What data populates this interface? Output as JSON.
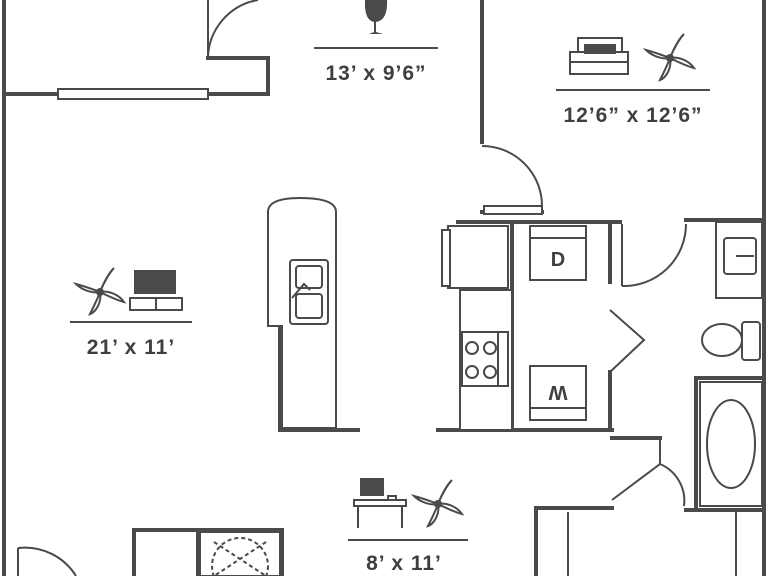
{
  "rooms": {
    "dining": {
      "dimension": "13’ x 9’6”"
    },
    "bedroom": {
      "dimension": "12’6” x 12’6”"
    },
    "living": {
      "dimension": "21’ x 11’"
    },
    "office": {
      "dimension": "8’ x 11’"
    }
  },
  "appliances": {
    "dryer": "D",
    "washer": "W"
  },
  "icons": {
    "dining": "wine-glass-icon",
    "bedroom": [
      "bed-icon",
      "ceiling-fan-icon"
    ],
    "living": [
      "ceiling-fan-icon",
      "tv-icon"
    ],
    "office": [
      "desk-icon",
      "ceiling-fan-icon"
    ]
  },
  "colors": {
    "wall": "#4a4a4a",
    "background": "#ffffff"
  }
}
